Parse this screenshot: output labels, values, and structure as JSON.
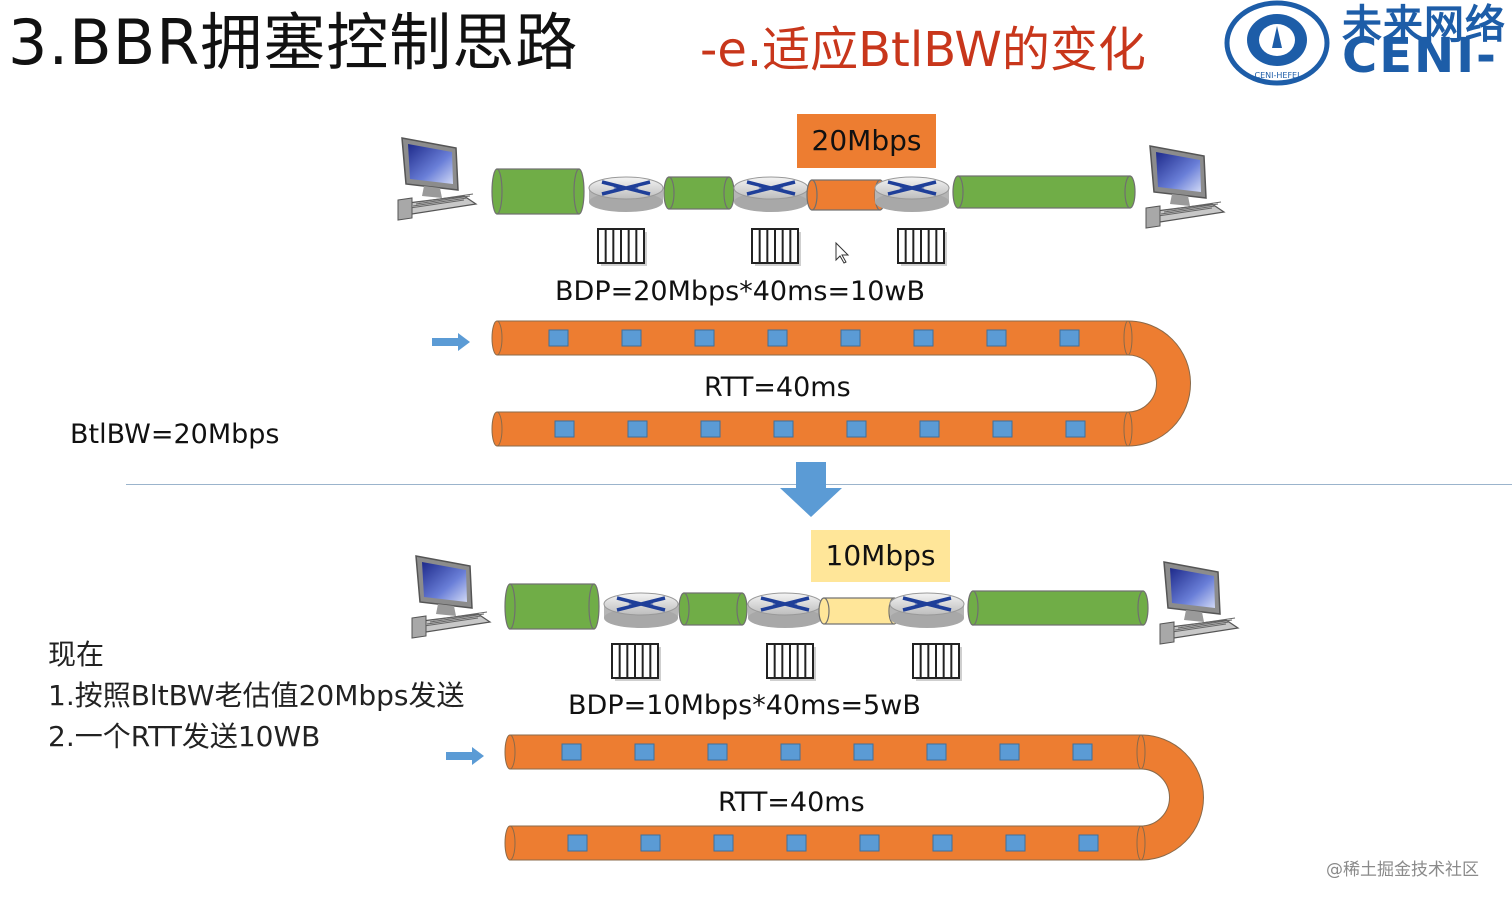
{
  "title": {
    "main": "3.BBR拥塞控制思路",
    "sub": "-e.适应BtlBW的变化"
  },
  "logo": {
    "cn_text": "未来网络",
    "en_text": "CENI-",
    "seal_text": "CENI-HEFEI"
  },
  "colors": {
    "link_green": "#70ad47",
    "bottleneck_top": "#ed7d31",
    "bottleneck_bottom": "#ffe699",
    "pipe_orange": "#ed7d31",
    "packet_blue": "#5b9bd5",
    "arrow_blue": "#5b9bd5",
    "router_icon": "#1f3f99",
    "title_red": "#c8361b",
    "logo_blue": "#1d5da8"
  },
  "top_scenario": {
    "rate_label": "20Mbps",
    "bdp_label": "BDP=20Mbps*40ms=10wB",
    "rtt_label": "RTT=40ms",
    "btlbw_label": "BtlBW=20Mbps",
    "packets_per_row": 8
  },
  "bottom_scenario": {
    "rate_label": "10Mbps",
    "bdp_label": "BDP=10Mbps*40ms=5wB",
    "rtt_label": "RTT=40ms",
    "packets_per_row": 8
  },
  "note": {
    "line1": "现在",
    "line2": "1.按照BltBW老估值20Mbps发送",
    "line3": "2.一个RTT发送10WB"
  },
  "watermark": "@稀土掘金技术社区",
  "icons": [
    "computer-icon",
    "router-icon",
    "queue-buffer-icon",
    "arrow-right-icon",
    "arrow-down-icon",
    "mouse-cursor-icon"
  ]
}
